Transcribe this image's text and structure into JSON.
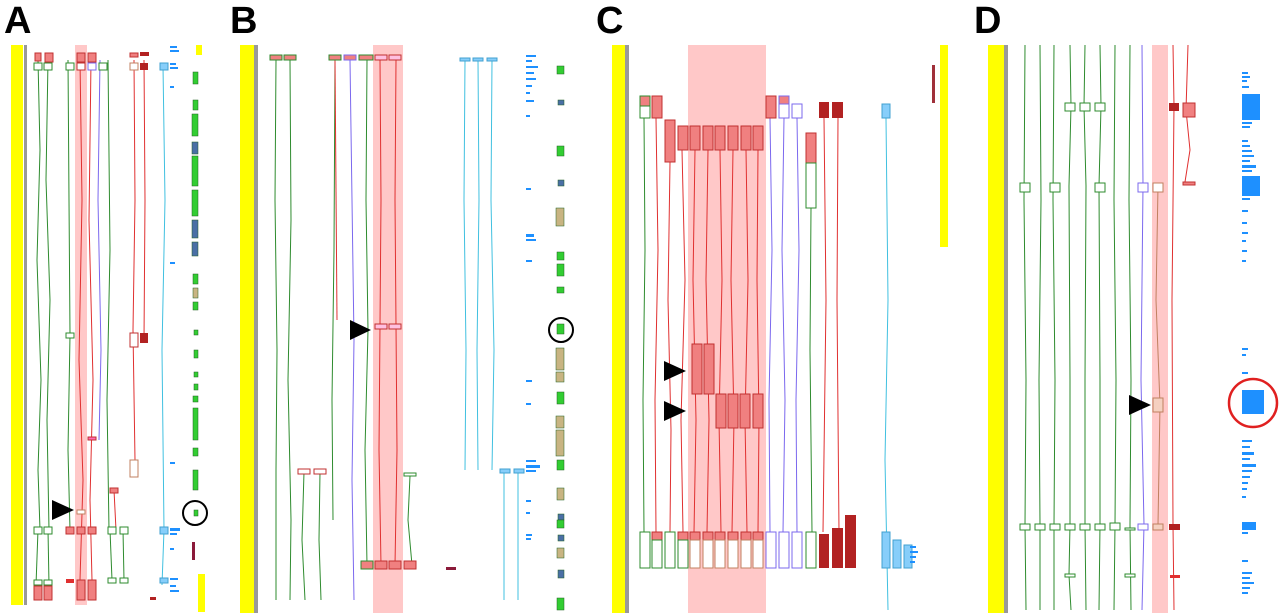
{
  "figure": {
    "panels": [
      {
        "label": "A"
      },
      {
        "label": "B"
      },
      {
        "label": "C"
      },
      {
        "label": "D"
      }
    ],
    "colors": {
      "timeline": "#ffff00",
      "highlight": "#ffc8c8",
      "green_lineage": "#2e8b2e",
      "red_lineage": "#e03030",
      "purple_lineage": "#7b68ee",
      "cyan_lineage": "#40c0e0",
      "blue_bars": "#1e90ff",
      "dark_red": "#b22222",
      "tan": "#c8b482",
      "steel": "#4a6fa5",
      "arrowhead": "#000000",
      "circle_black": "#000000",
      "circle_red": "#e02020"
    }
  }
}
